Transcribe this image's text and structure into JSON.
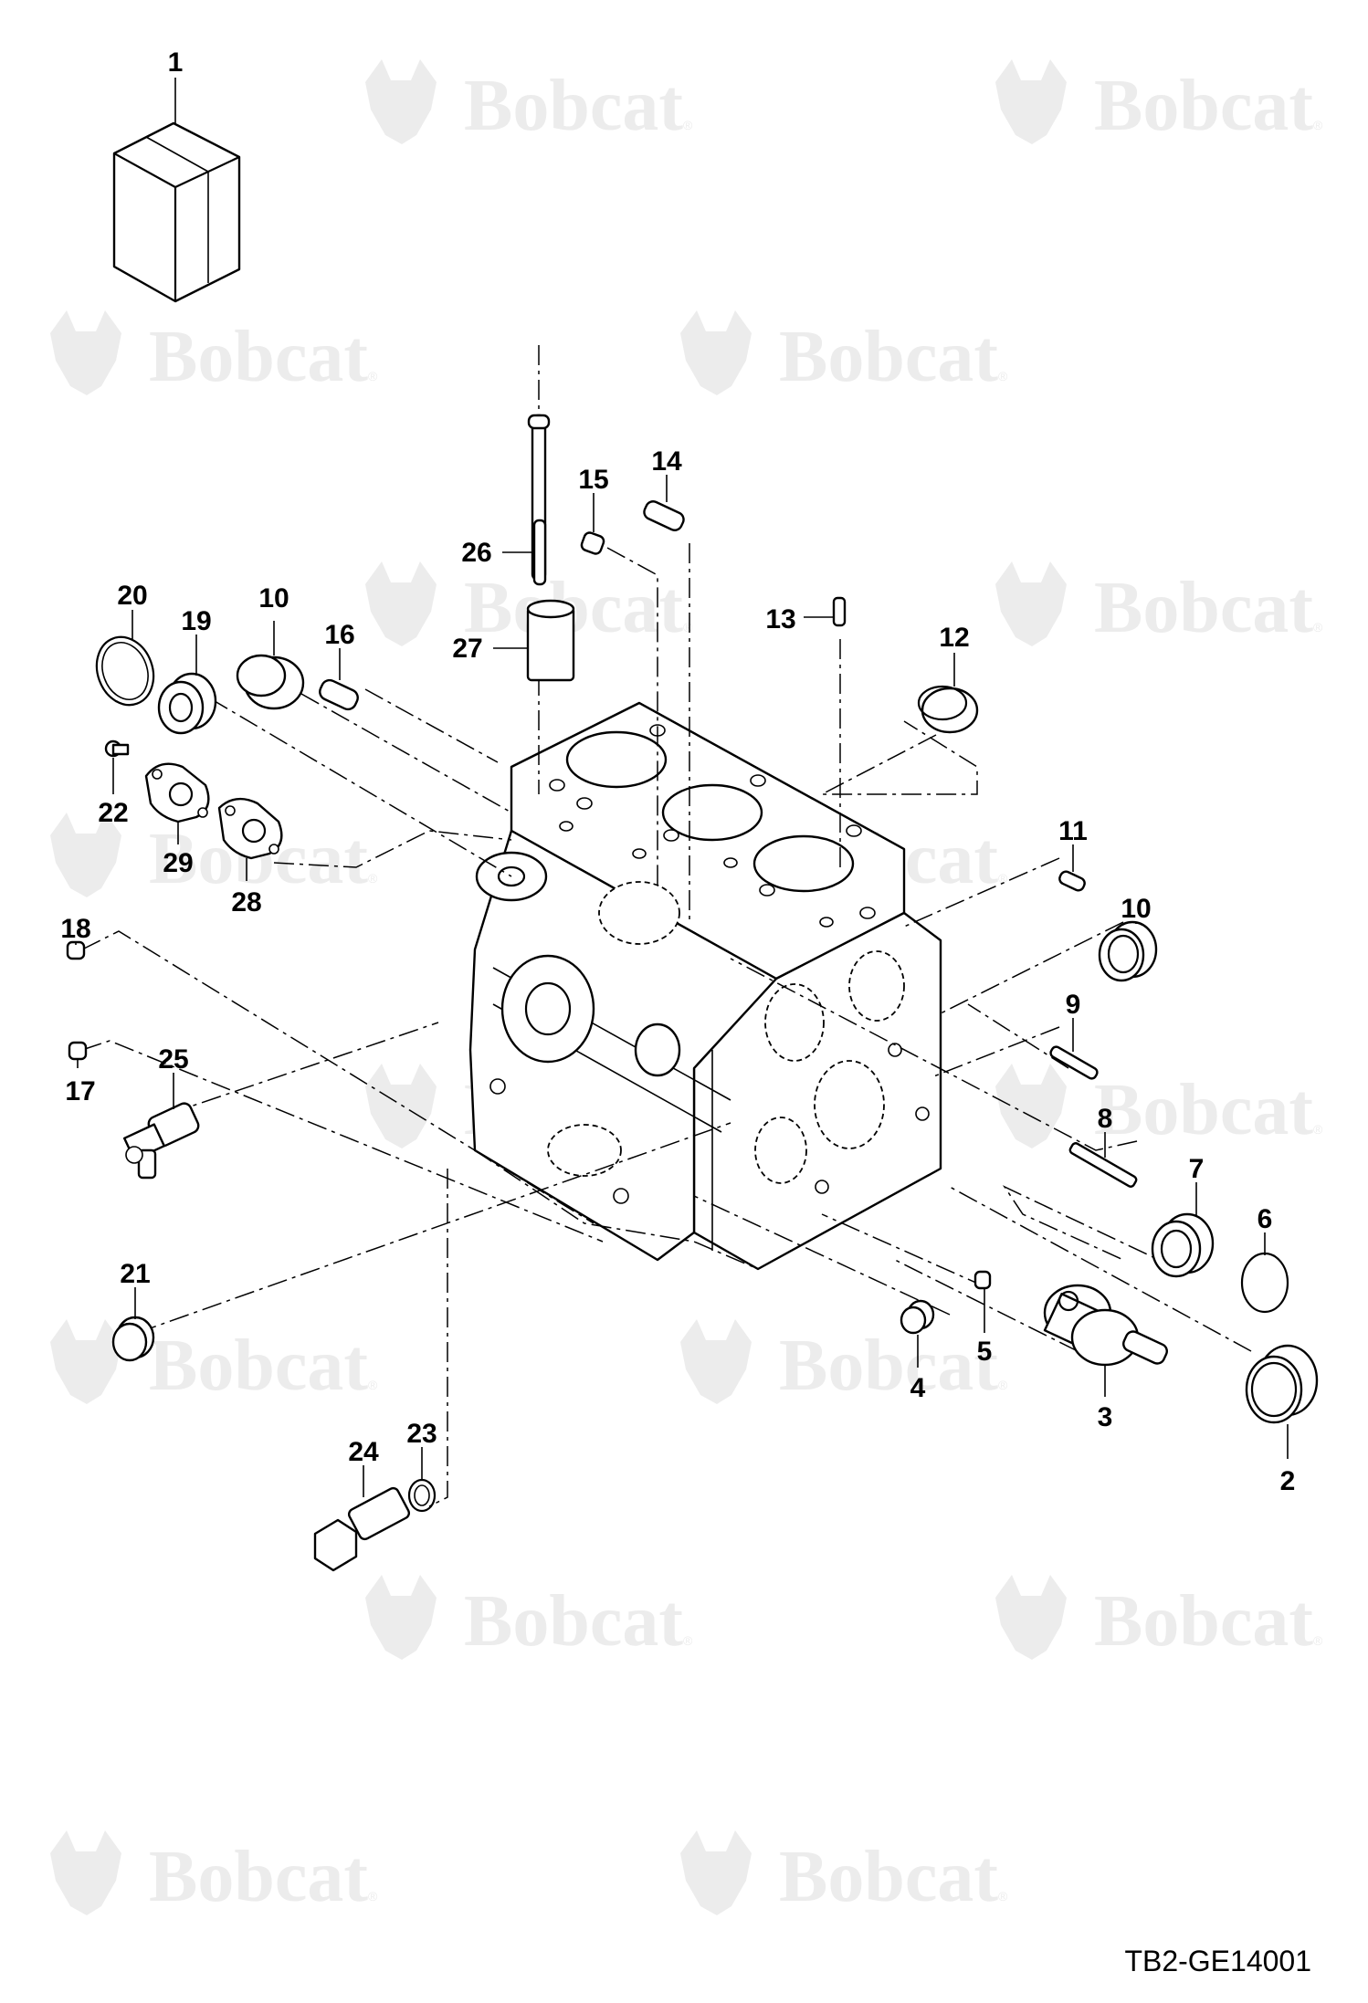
{
  "watermark": {
    "brand": "Bobcat",
    "reg_mark": "®"
  },
  "diagram": {
    "title": "",
    "reference_code": "TB2-GE14001",
    "callouts": [
      "1",
      "2",
      "3",
      "4",
      "5",
      "6",
      "7",
      "8",
      "9",
      "10",
      "10",
      "11",
      "12",
      "13",
      "14",
      "15",
      "16",
      "17",
      "18",
      "19",
      "20",
      "21",
      "22",
      "23",
      "24",
      "25",
      "26",
      "27",
      "28",
      "29"
    ]
  }
}
